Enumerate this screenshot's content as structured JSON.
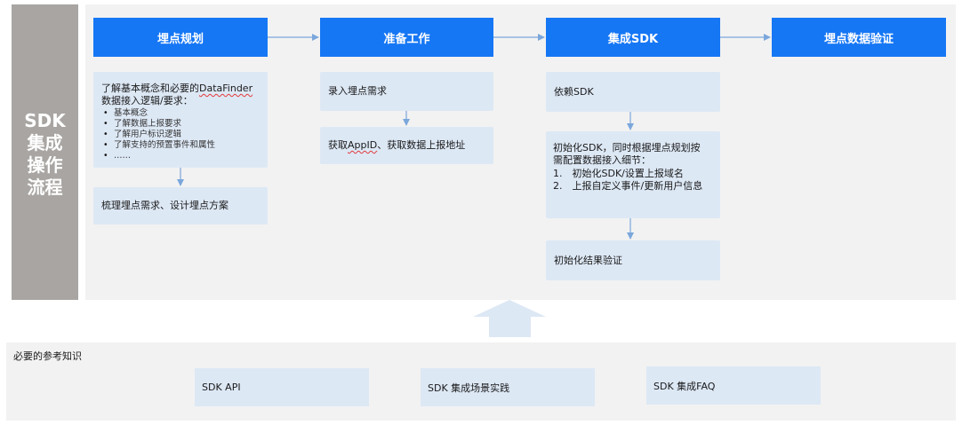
{
  "side_label": [
    "SDK",
    "集成",
    "操作",
    "流程"
  ],
  "stages": [
    {
      "title": "埋点规划"
    },
    {
      "title": "准备工作"
    },
    {
      "title": "集成SDK"
    },
    {
      "title": "埋点数据验证"
    }
  ],
  "planning": {
    "concepts_line1_prefix": "了解基本概念和必要的",
    "concepts_line1_term": "DataFinder",
    "concepts_line2": "数据接入逻辑/要求：",
    "concepts_items": [
      "基本概念",
      "了解数据上报要求",
      "了解用户标识逻辑",
      "了解支持的预置事件和属性",
      "……"
    ],
    "design": "梳理埋点需求、设计埋点方案"
  },
  "prep": {
    "record": "录入埋点需求",
    "get_prefix": "获取",
    "get_term": "AppID",
    "get_suffix": "、获取数据上报地址"
  },
  "integrate": {
    "depend": "依赖SDK",
    "init_line1": "初始化SDK，同时根据埋点规划按",
    "init_line2": "需配置数据接入细节：",
    "init_items": [
      "1.　初始化SDK/设置上报域名",
      "2.　上报自定义事件/更新用户信息"
    ],
    "verify": "初始化结果验证"
  },
  "reference": {
    "title": "必要的参考知识",
    "items": [
      "SDK API",
      "SDK 集成场景实践",
      "SDK 集成FAQ"
    ]
  },
  "colors": {
    "stage_blue": "#1677f5",
    "card_blue": "#dde8f5",
    "panel_gray": "#f2f2f2",
    "side_gray": "#a8a5a2",
    "connector": "#7ba7dc"
  }
}
